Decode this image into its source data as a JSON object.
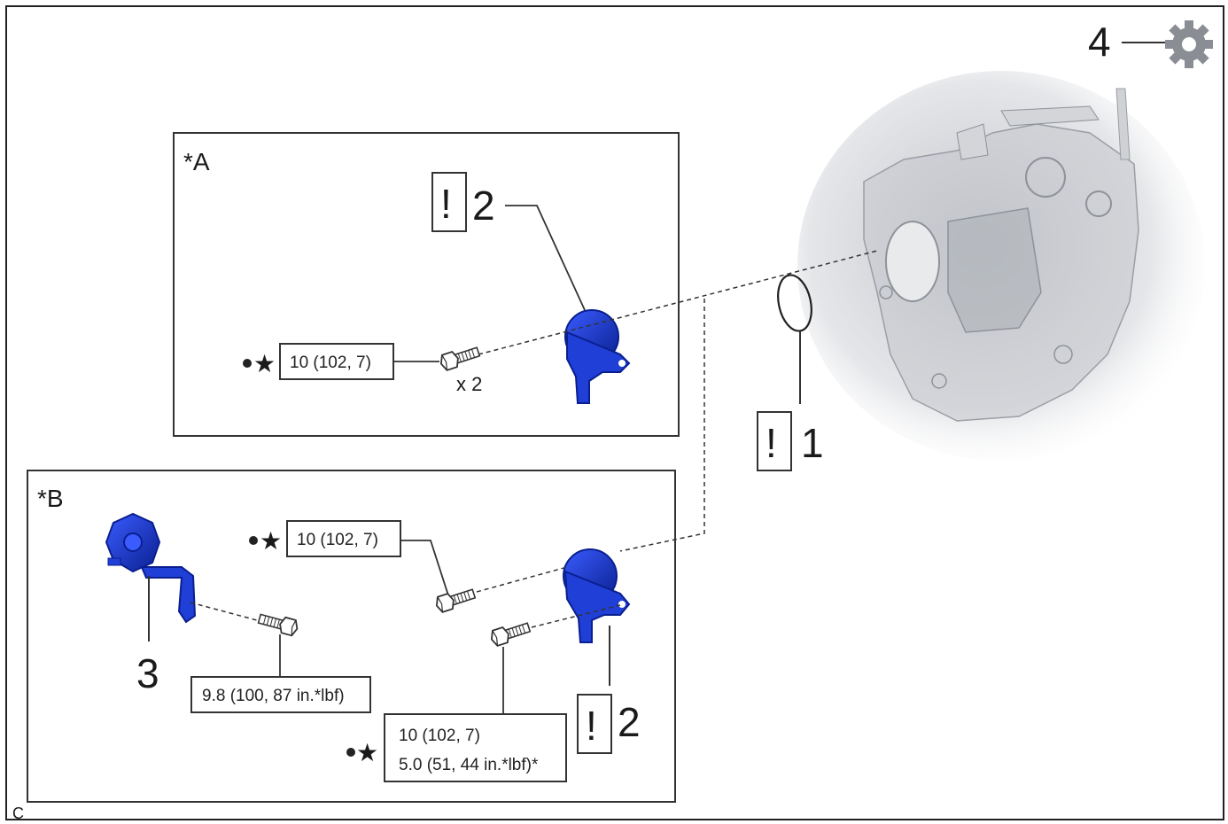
{
  "corner_label": "C",
  "gear_callout": {
    "number": "4",
    "icon": "gear-icon"
  },
  "panel_a": {
    "label": "*A",
    "part_callout": {
      "caution": "!",
      "number": "2"
    },
    "torque_spec": "10 (102, 7)",
    "quantity": "x 2",
    "symbols": [
      "dot",
      "star"
    ]
  },
  "panel_b": {
    "label": "*B",
    "part_callout_2": {
      "caution": "!",
      "number": "2"
    },
    "part_callout_3": {
      "number": "3"
    },
    "torque_spec_top": "10 (102, 7)",
    "torque_spec_bracket": "9.8 (100, 87 in.*lbf)",
    "torque_spec_bottom_line1": "10 (102, 7)",
    "torque_spec_bottom_line2": "5.0 (51, 44 in.*lbf)*"
  },
  "oring_callout": {
    "caution": "!",
    "number": "1"
  },
  "colors": {
    "part_blue": "#1f3fd6",
    "part_dark": "#0a1f8f",
    "engine_gray": "#c8cbd0",
    "border": "#333333"
  }
}
